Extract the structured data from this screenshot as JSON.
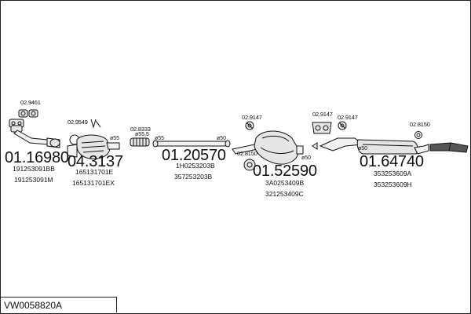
{
  "diagram_code": "VW0058820A",
  "parts": [
    {
      "id": "p1",
      "number": "01.16980",
      "oem": [
        "191253091BB",
        "191253091M"
      ]
    },
    {
      "id": "p2",
      "number": "04.3137",
      "oem": [
        "165131701E",
        "165131701EX"
      ]
    },
    {
      "id": "p3",
      "number": "01.20570",
      "oem": [
        "1H0253203B",
        "357253203B"
      ]
    },
    {
      "id": "p4",
      "number": "01.52590",
      "oem": [
        "3A0253409B",
        "321253409C"
      ]
    },
    {
      "id": "p5",
      "number": "01.64740",
      "oem": [
        "353253609A",
        "353253609H"
      ]
    }
  ],
  "accessories": [
    {
      "id": "a1",
      "label": "02.9461"
    },
    {
      "id": "a2",
      "label": "02.9549"
    },
    {
      "id": "a3",
      "label": "02.8333"
    },
    {
      "id": "a4",
      "label": "02.9147"
    },
    {
      "id": "a5",
      "label": "02.8150"
    },
    {
      "id": "a6",
      "label": "02.9147"
    },
    {
      "id": "a7",
      "label": "02.9147"
    },
    {
      "id": "a8",
      "label": "02.8150"
    }
  ],
  "diameters": [
    {
      "id": "d1",
      "label": "ø55"
    },
    {
      "id": "d2",
      "label": "ø55,5"
    },
    {
      "id": "d3",
      "label": "ø55"
    },
    {
      "id": "d4",
      "label": "ø50"
    },
    {
      "id": "d5",
      "label": "ø50"
    },
    {
      "id": "d6",
      "label": "ø50"
    }
  ]
}
